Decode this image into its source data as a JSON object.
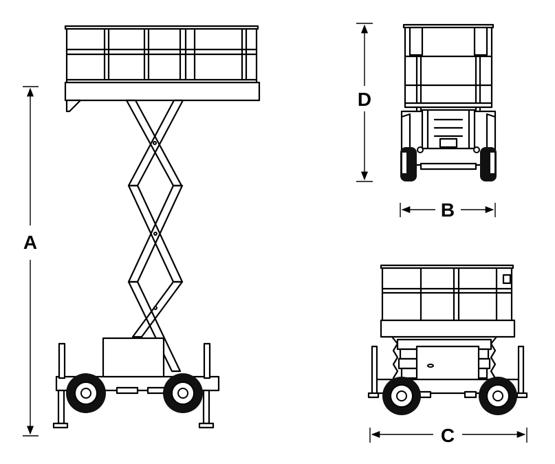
{
  "labels": {
    "height_extended": "A",
    "width_front": "B",
    "length_side": "C",
    "height_stowed": "D"
  },
  "colors": {
    "line": "#000000",
    "tire": "#111111",
    "background": "#ffffff"
  }
}
